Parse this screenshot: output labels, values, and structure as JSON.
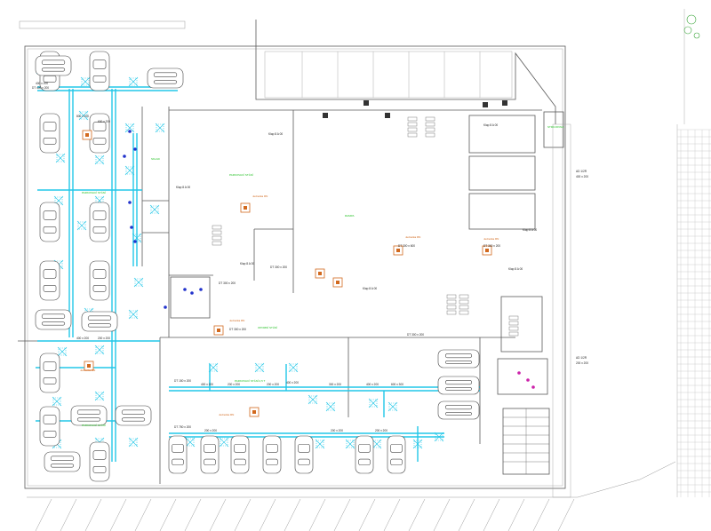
{
  "drawing": {
    "colors": {
      "wall": "#5a5a5a",
      "wall_light": "#9a9a9a",
      "duct": "#22c7e8",
      "duct_dark": "#1aa5c8",
      "unit": "#d2691e",
      "equipment": "#2233cc",
      "accent": "#cc22aa",
      "green_text": "#1fbf1f",
      "car": "#444444",
      "plant": "#3aa53a"
    },
    "duct_labels": [
      {
        "text": "400 x 200"
      },
      {
        "text": "800 x 200"
      },
      {
        "text": "600 x 200"
      },
      {
        "text": "400 x 200"
      },
      {
        "text": "200 x 200"
      },
      {
        "text": "400 x 200"
      },
      {
        "text": "200 x 200"
      },
      {
        "text": "200 x 200"
      },
      {
        "text": "400 x 200"
      },
      {
        "text": "300 x 200"
      },
      {
        "text": "400 x 200"
      },
      {
        "text": "600 x 300"
      },
      {
        "text": "200 x 200"
      },
      {
        "text": "200 x 200"
      },
      {
        "text": "200 x 200"
      }
    ],
    "equipment_tags": [
      {
        "text": "DT 400 x 200"
      },
      {
        "text": "DT 300 x 200"
      },
      {
        "text": "DT 300 x 200"
      },
      {
        "text": "DT 300 x 200"
      },
      {
        "text": "DT 300 x 600"
      },
      {
        "text": "DT 300 x 200"
      },
      {
        "text": "DT 150 x 200"
      },
      {
        "text": "DT 750 x 200"
      },
      {
        "text": "DT 300 x 200"
      }
    ],
    "valve_tags": [
      {
        "text": "Klap 8 A 00"
      },
      {
        "text": "Klap 8 A 00"
      },
      {
        "text": "Klap 8 A 00"
      },
      {
        "text": "Klap 8 A 00"
      },
      {
        "text": "Klap 8 A 00"
      },
      {
        "text": "Klap 8 A 00"
      },
      {
        "text": "Klap 8 A 00"
      }
    ],
    "unit_notes": [
      {
        "text": "Jednotka RN"
      },
      {
        "text": "Jednotka RN"
      },
      {
        "text": "Jednotka RN"
      },
      {
        "text": "Jednotka RN"
      },
      {
        "text": "Jednotka RN"
      },
      {
        "text": "Jednotka RN"
      }
    ],
    "room_labels": [
      {
        "text": "PARKOVACÍ STÁNÍ"
      },
      {
        "text": "PARKOVACÍ STÁNÍ"
      },
      {
        "text": "SKLAD"
      },
      {
        "text": "RAMPA"
      },
      {
        "text": "OPOMNÍ STÁNÍ"
      },
      {
        "text": "PARKOVACÍ STÁNÍ 2,5 T"
      },
      {
        "text": "PARKOVACÍ STÁNÍ"
      },
      {
        "text": "STROJOVNA"
      }
    ],
    "side_tags": [
      {
        "text": "AD 1/2R"
      },
      {
        "text": "400 x 200"
      },
      {
        "text": "AD 1/2R"
      },
      {
        "text": "200 x 200"
      }
    ]
  }
}
